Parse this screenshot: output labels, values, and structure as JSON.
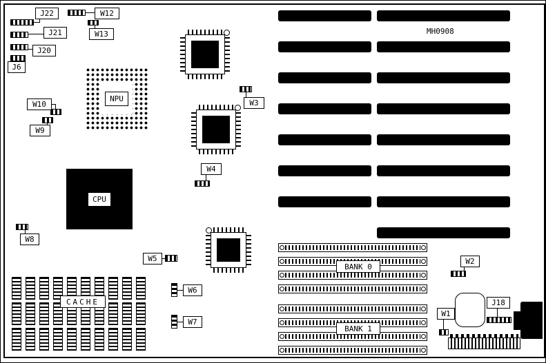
{
  "board": {
    "model": "MH0908"
  },
  "chips": {
    "npu": "NPU",
    "cpu": "CPU",
    "cache": "CACHE"
  },
  "memory": {
    "bank0": "BANK 0",
    "bank1": "BANK 1"
  },
  "jumpers": {
    "j22": "J22",
    "j21": "J21",
    "j20": "J20",
    "j6": "J6",
    "j18": "J18",
    "w1": "W1",
    "w2": "W2",
    "w3": "W3",
    "w4": "W4",
    "w5": "W5",
    "w6": "W6",
    "w7": "W7",
    "w8": "W8",
    "w9": "W9",
    "w10": "W10",
    "w12": "W12",
    "w13": "W13"
  }
}
